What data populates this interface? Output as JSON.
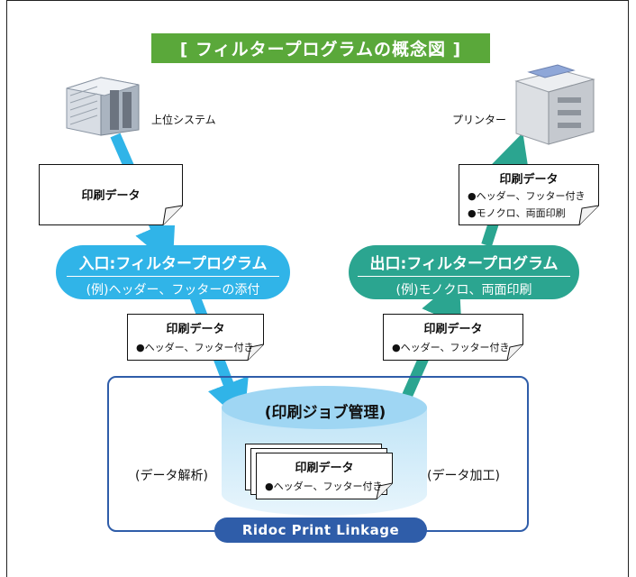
{
  "title": "[ フィルタープログラムの概念図 ]",
  "host_label": "上位システム",
  "printer_label": "プリンター",
  "doc_top_left": {
    "title": "印刷データ"
  },
  "doc_top_right": {
    "title": "印刷データ",
    "note1": "●ヘッダー、フッター付き",
    "note2": "●モノクロ、両面印刷"
  },
  "input_filter": {
    "title": "入口:フィルタープログラム",
    "subtitle": "(例)ヘッダー、フッターの添付"
  },
  "output_filter": {
    "title": "出口:フィルタープログラム",
    "subtitle": "(例)モノクロ、両面印刷"
  },
  "doc_mid_left": {
    "title": "印刷データ",
    "note": "●ヘッダー、フッター付き"
  },
  "doc_mid_right": {
    "title": "印刷データ",
    "note": "●ヘッダー、フッター付き"
  },
  "job_mgmt": "(印刷ジョブ管理)",
  "doc_center": {
    "title": "印刷データ",
    "note": "●ヘッダー、フッター付き"
  },
  "analysis_label": "(データ解析)",
  "processing_label": "(データ加工)",
  "product_name": "Ridoc Print Linkage",
  "colors": {
    "title_green": "#5aa83a",
    "cyan": "#30b4e8",
    "teal": "#2ba590",
    "blue": "#2f5da9"
  }
}
